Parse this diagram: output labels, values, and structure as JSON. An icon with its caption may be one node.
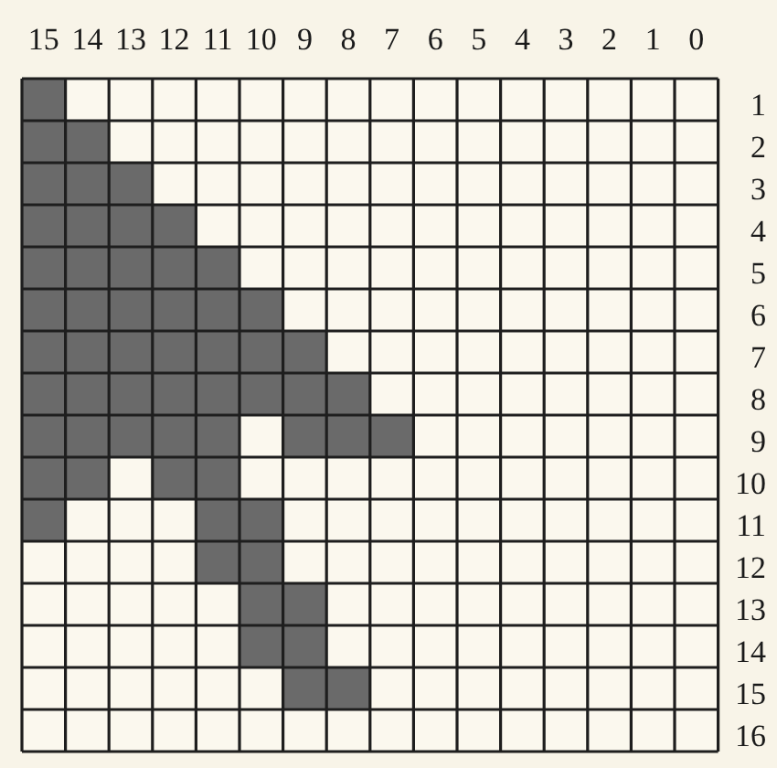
{
  "diagram": {
    "labels": [
      "15",
      "14",
      "13",
      "12",
      "11",
      "10",
      "9",
      "8",
      "7",
      "6",
      "5",
      "4",
      "3",
      "2",
      "1",
      "0",
      "1",
      "2",
      "3",
      "4",
      "5",
      "6",
      "7",
      "8",
      "9",
      "10",
      "11",
      "12",
      "13",
      "14",
      "15",
      "16"
    ]
  }
}
